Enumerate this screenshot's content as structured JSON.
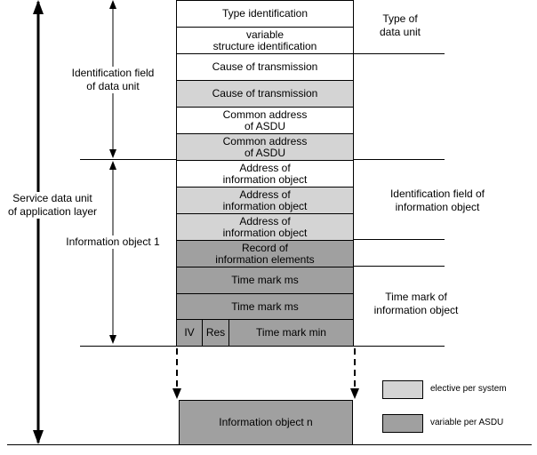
{
  "frame_boxes": [
    {
      "label": "Type identification",
      "shade": "white"
    },
    {
      "label": "variable\nstructure identification",
      "shade": "white"
    },
    {
      "label": "Cause of transmission",
      "shade": "white"
    },
    {
      "label": "Cause of transmission",
      "shade": "light"
    },
    {
      "label": "Common address\nof ASDU",
      "shade": "white"
    },
    {
      "label": "Common address\nof ASDU",
      "shade": "light"
    },
    {
      "label": "Address of\ninformation object",
      "shade": "white"
    },
    {
      "label": "Address of\ninformation object",
      "shade": "light"
    },
    {
      "label": "Address of\ninformation object",
      "shade": "light"
    },
    {
      "label": "Record of\ninformation elements",
      "shade": "dark"
    },
    {
      "label": "Time mark ms",
      "shade": "dark"
    },
    {
      "label": "Time mark ms",
      "shade": "dark"
    }
  ],
  "last_row": {
    "iv": "IV",
    "res": "Res",
    "time_min": "Time mark min"
  },
  "info_object_n": "Information object n",
  "left_labels": {
    "service_data_unit": "Service data unit\nof application layer",
    "identification_field_data_unit": "Identification field\nof data unit",
    "information_object_1": "Information object 1"
  },
  "right_labels": {
    "type_of_data_unit": "Type of\ndata unit",
    "identification_field_info_object": "Identification field of\ninformation object",
    "time_mark_info_object": "Time mark of\ninformation object"
  },
  "legend": [
    {
      "label": "elective per system",
      "color": "#d4d4d4"
    },
    {
      "label": "variable per ASDU",
      "color": "#a0a0a0"
    }
  ]
}
